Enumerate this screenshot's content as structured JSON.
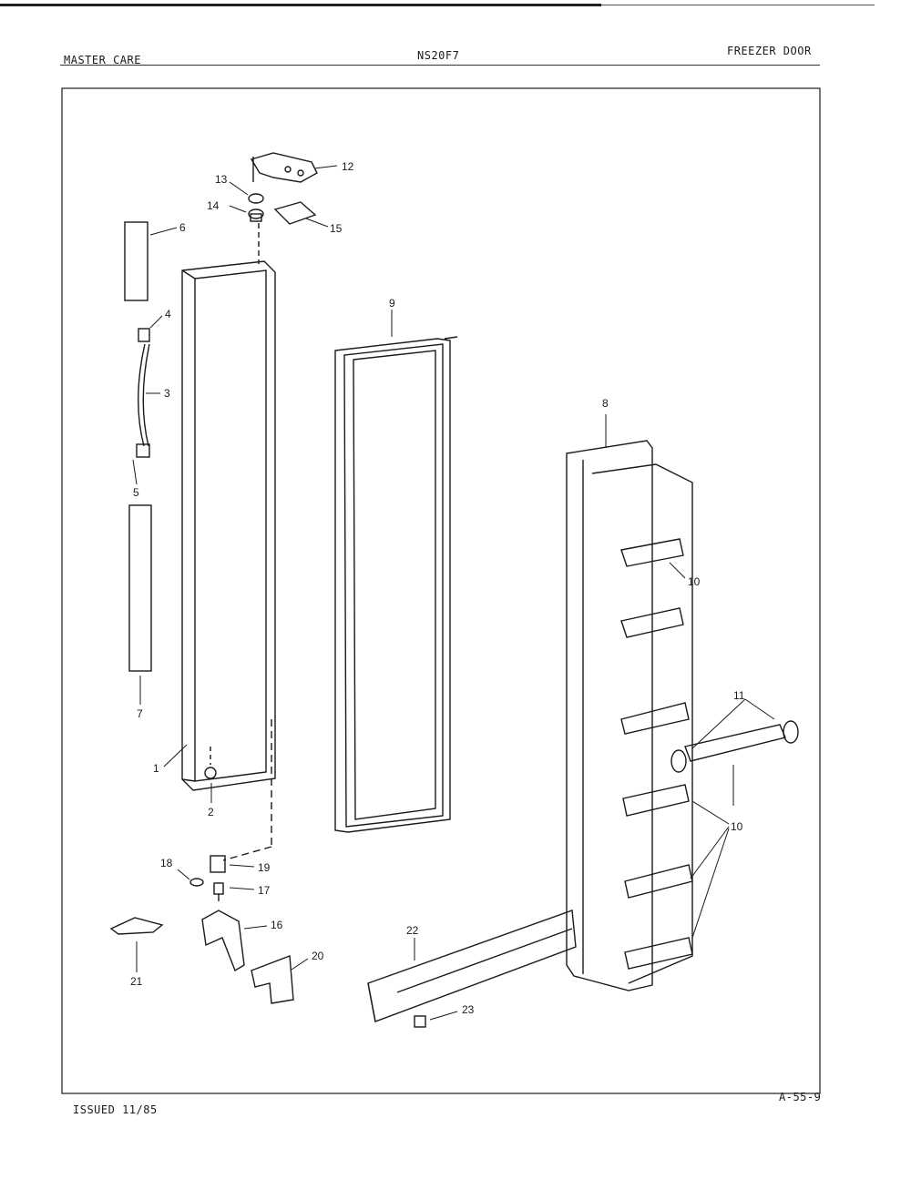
{
  "header": {
    "left": "MASTER CARE",
    "center": "NS20F7",
    "right": "FREEZER DOOR"
  },
  "footer": {
    "left": "ISSUED 11/85",
    "right": "A-55-9"
  },
  "callouts": [
    "1",
    "2",
    "3",
    "4",
    "5",
    "6",
    "7",
    "8",
    "9",
    "10",
    "11",
    "12",
    "13",
    "14",
    "15",
    "16",
    "17",
    "18",
    "19",
    "20",
    "21",
    "22",
    "23"
  ]
}
